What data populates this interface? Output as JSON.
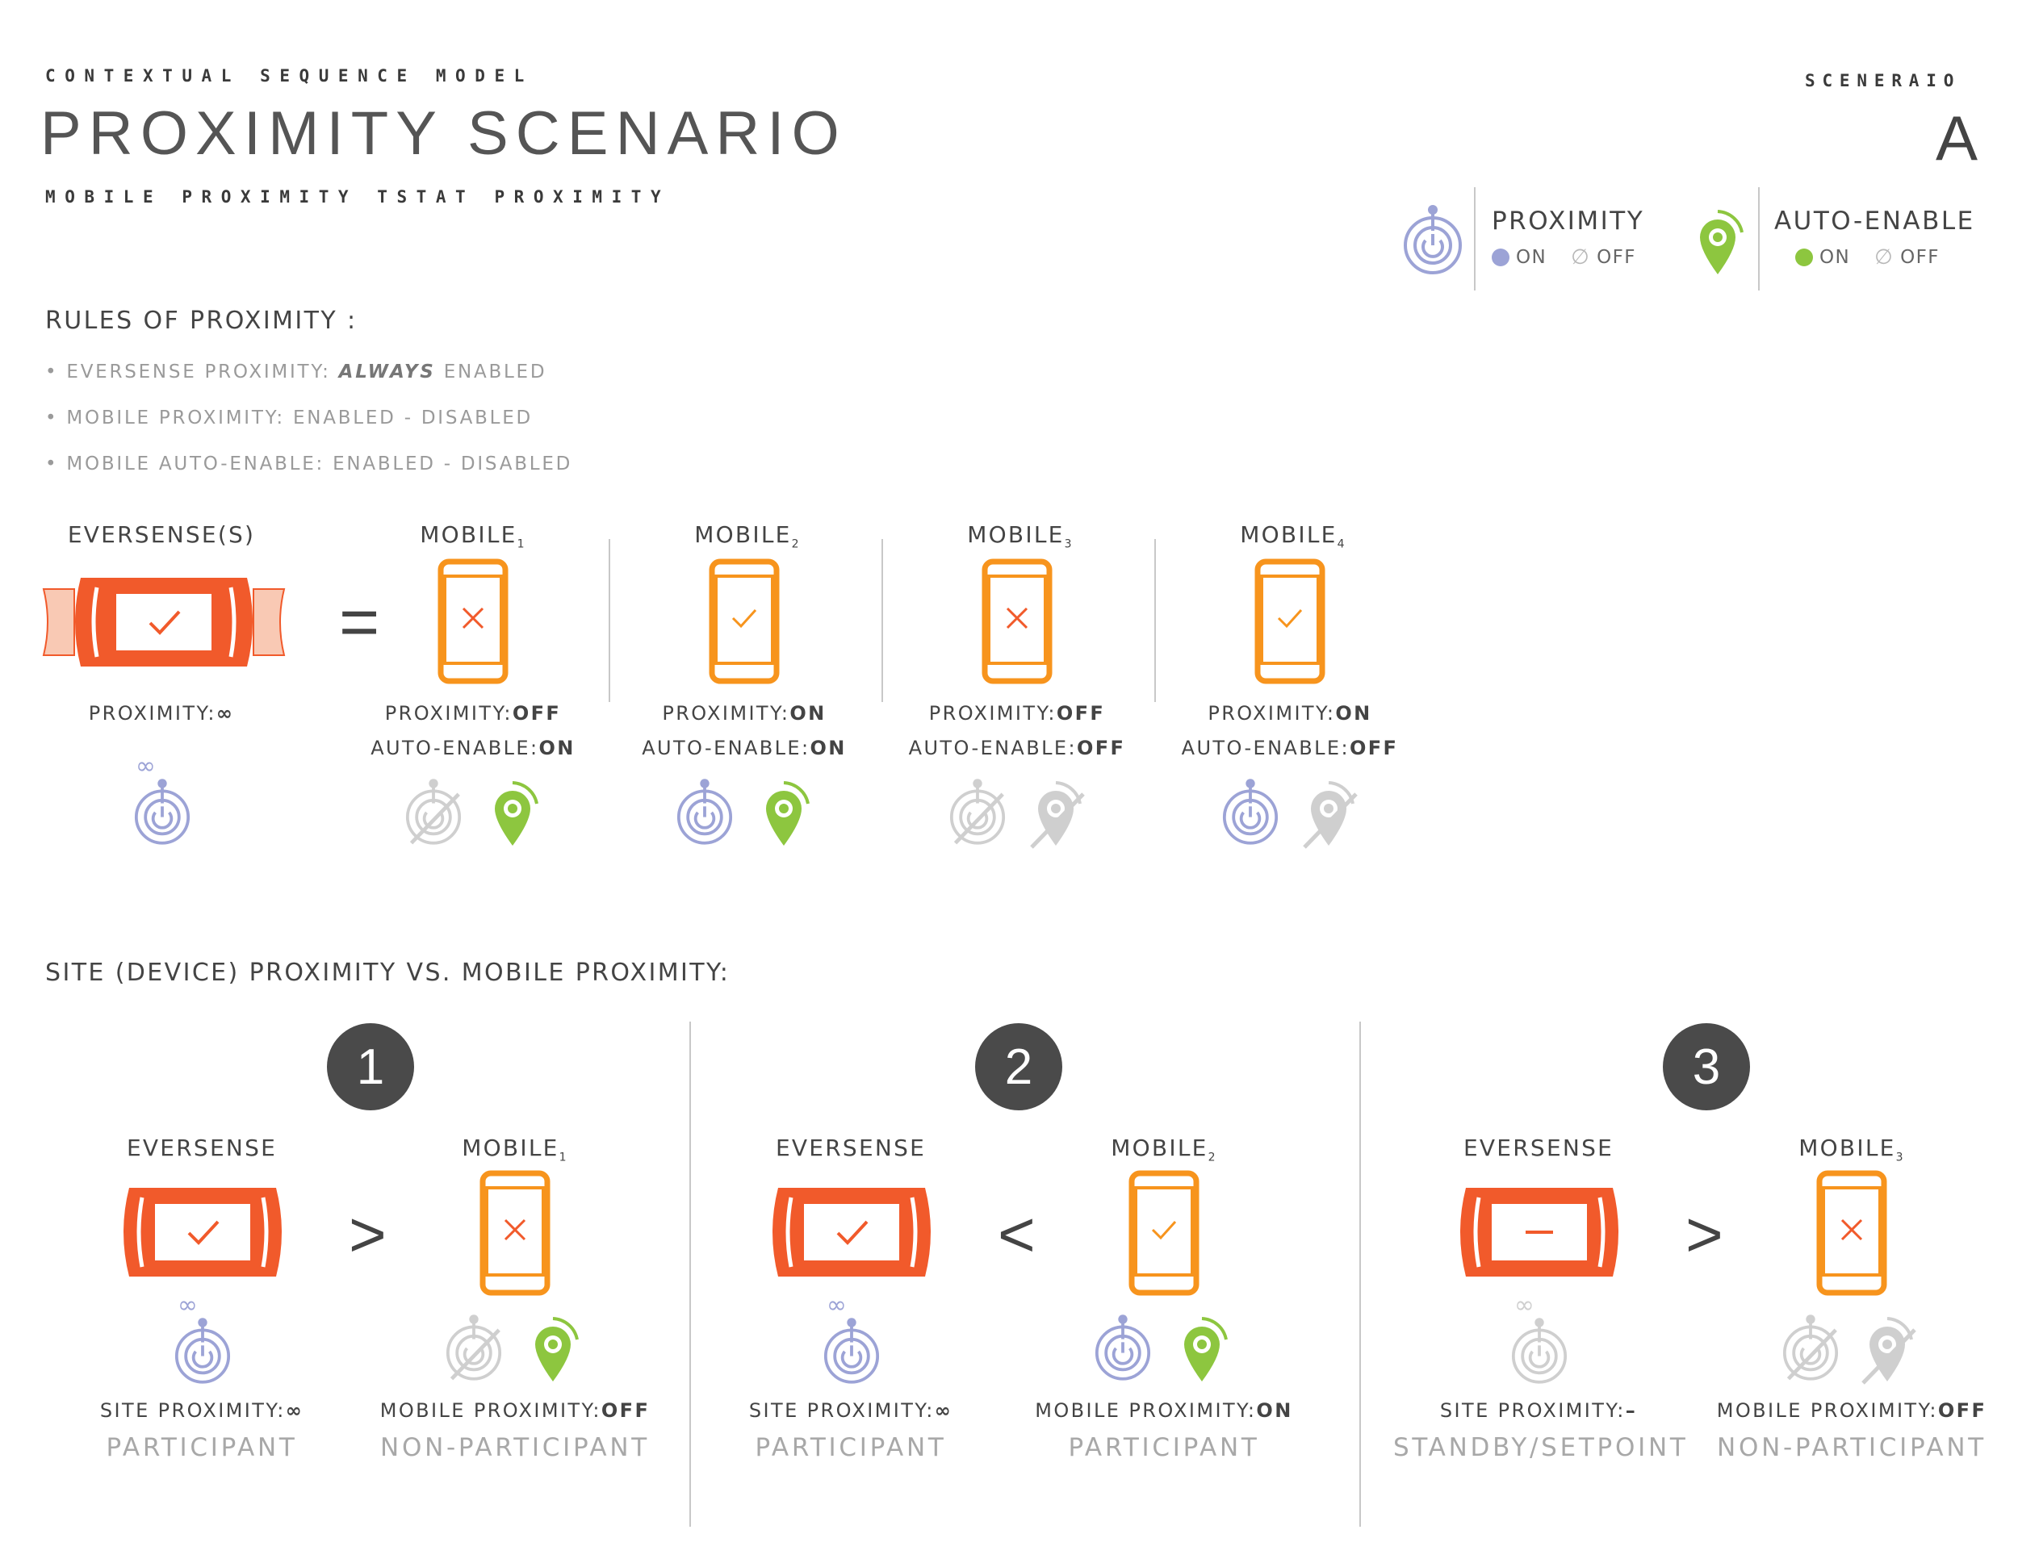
{
  "header": {
    "kicker": "CONTEXTUAL SEQUENCE MODEL",
    "title": "PROXIMITY SCENARIO",
    "subtitle": "MOBILE PROXIMITY TSTAT PROXIMITY",
    "scenario_label": "SCENERAIO",
    "scenario_letter": "A"
  },
  "legend": {
    "proximity": {
      "label": "PROXIMITY",
      "on": "ON",
      "off": "OFF",
      "icon": "proximity-icon"
    },
    "auto_enable": {
      "label": "AUTO-ENABLE",
      "on": "ON",
      "off": "OFF",
      "icon": "location-pin-icon"
    }
  },
  "rules": {
    "title": "RULES OF PROXIMITY :",
    "item1_prefix": "• EVERSENSE PROXIMITY: ",
    "item1_emph": "ALWAYS",
    "item1_suffix": " ENABLED",
    "item2": "• MOBILE PROXIMITY: ENABLED - DISABLED",
    "item3": "• MOBILE AUTO-ENABLE: ENABLED - DISABLED"
  },
  "devices": {
    "eversense": {
      "label": "EVERSENSE(S)",
      "prox_label": "PROXIMITY:",
      "prox_value": "∞",
      "infinity": "∞"
    },
    "equals": "=",
    "mobiles": [
      {
        "label": "MOBILE",
        "sub": "1",
        "prox_label": "PROXIMITY:",
        "prox_value": "OFF",
        "auto_label": "AUTO-ENABLE:",
        "auto_value": "ON"
      },
      {
        "label": "MOBILE",
        "sub": "2",
        "prox_label": "PROXIMITY:",
        "prox_value": "ON",
        "auto_label": "AUTO-ENABLE:",
        "auto_value": "ON"
      },
      {
        "label": "MOBILE",
        "sub": "3",
        "prox_label": "PROXIMITY:",
        "prox_value": "OFF",
        "auto_label": "AUTO-ENABLE:",
        "auto_value": "OFF"
      },
      {
        "label": "MOBILE",
        "sub": "4",
        "prox_label": "PROXIMITY:",
        "prox_value": "ON",
        "auto_label": "AUTO-ENABLE:",
        "auto_value": "OFF"
      }
    ]
  },
  "comparison": {
    "title": "SITE (DEVICE) PROXIMITY VS. MOBILE PROXIMITY:",
    "scenarios": [
      {
        "number": "1",
        "eversense_label": "EVERSENSE",
        "operator": ">",
        "mobile_label": "MOBILE",
        "mobile_sub": "1",
        "site_label": "SITE PROXIMITY:",
        "site_value": "∞",
        "site_role": "PARTICIPANT",
        "mobile_prox_label": "MOBILE PROXIMITY:",
        "mobile_prox_value": "OFF",
        "mobile_role": "NON-PARTICIPANT"
      },
      {
        "number": "2",
        "eversense_label": "EVERSENSE",
        "operator": "<",
        "mobile_label": "MOBILE",
        "mobile_sub": "2",
        "site_label": "SITE PROXIMITY:",
        "site_value": "∞",
        "site_role": "PARTICIPANT",
        "mobile_prox_label": "MOBILE PROXIMITY:",
        "mobile_prox_value": "ON",
        "mobile_role": "PARTICIPANT"
      },
      {
        "number": "3",
        "eversense_label": "EVERSENSE",
        "operator": ">",
        "mobile_label": "MOBILE",
        "mobile_sub": "3",
        "site_label": "SITE PROXIMITY:",
        "site_value": "–",
        "site_role": "STANDBY/SETPOINT",
        "mobile_prox_label": "MOBILE PROXIMITY:",
        "mobile_prox_value": "OFF",
        "mobile_role": "NON-PARTICIPANT"
      }
    ]
  },
  "colors": {
    "eversense_orange": "#f15a2b",
    "mobile_orange": "#f7941d",
    "proximity_purple": "#9ca3d6",
    "auto_green": "#8dc63f",
    "disabled_gray": "#cfcfcf",
    "dark": "#4a4a4a"
  }
}
